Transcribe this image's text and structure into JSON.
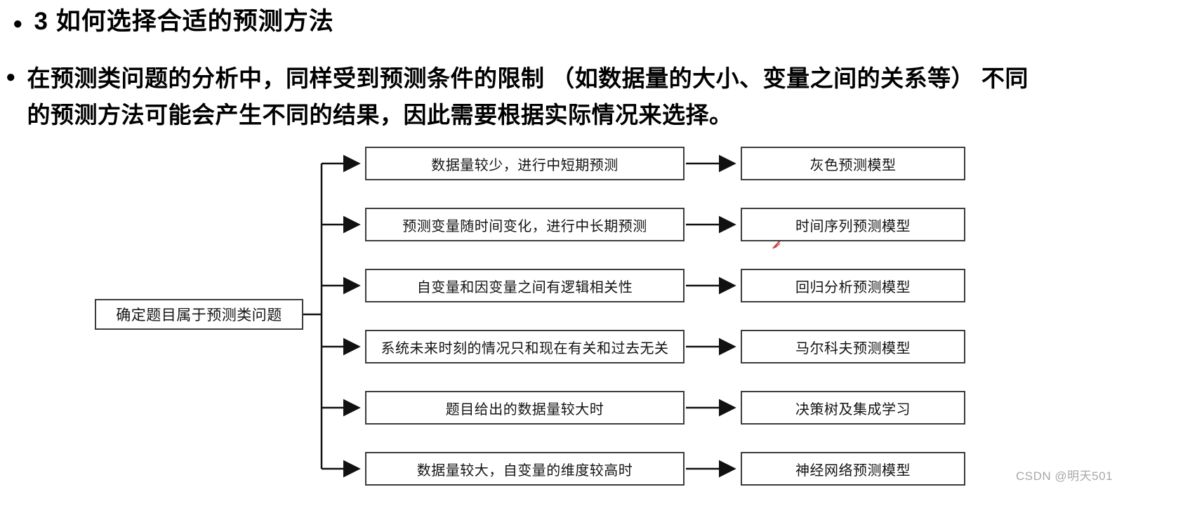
{
  "title": {
    "bullet": "●",
    "text": "3  如何选择合适的预测方法"
  },
  "intro": {
    "bullet": "●",
    "line1": "在预测类问题的分析中，同样受到预测条件的限制 （如数据量的大小、变量之间的关系等） 不同",
    "line2": "的预测方法可能会产生不同的结果，因此需要根据实际情况来选择。"
  },
  "flowchart": {
    "root": "确定题目属于预测类问题",
    "rows": [
      {
        "condition": "数据量较少，进行中短期预测",
        "model": "灰色预测模型"
      },
      {
        "condition": "预测变量随时间变化，进行中长期预测",
        "model": "时间序列预测模型"
      },
      {
        "condition": "自变量和因变量之间有逻辑相关性",
        "model": "回归分析预测模型"
      },
      {
        "condition": "系统未来时刻的情况只和现在有关和过去无关",
        "model": "马尔科夫预测模型"
      },
      {
        "condition": "题目给出的数据量较大时",
        "model": "决策树及集成学习"
      },
      {
        "condition": "数据量较大，自变量的维度较高时",
        "model": "神经网络预测模型"
      }
    ]
  },
  "watermark": {
    "text": "CSDN @明天501"
  },
  "colors": {
    "text": "#000000",
    "box_border": "#3c3c3c",
    "connector": "#111111",
    "watermark": "#a8a8ab",
    "annotation": "#c53030"
  }
}
